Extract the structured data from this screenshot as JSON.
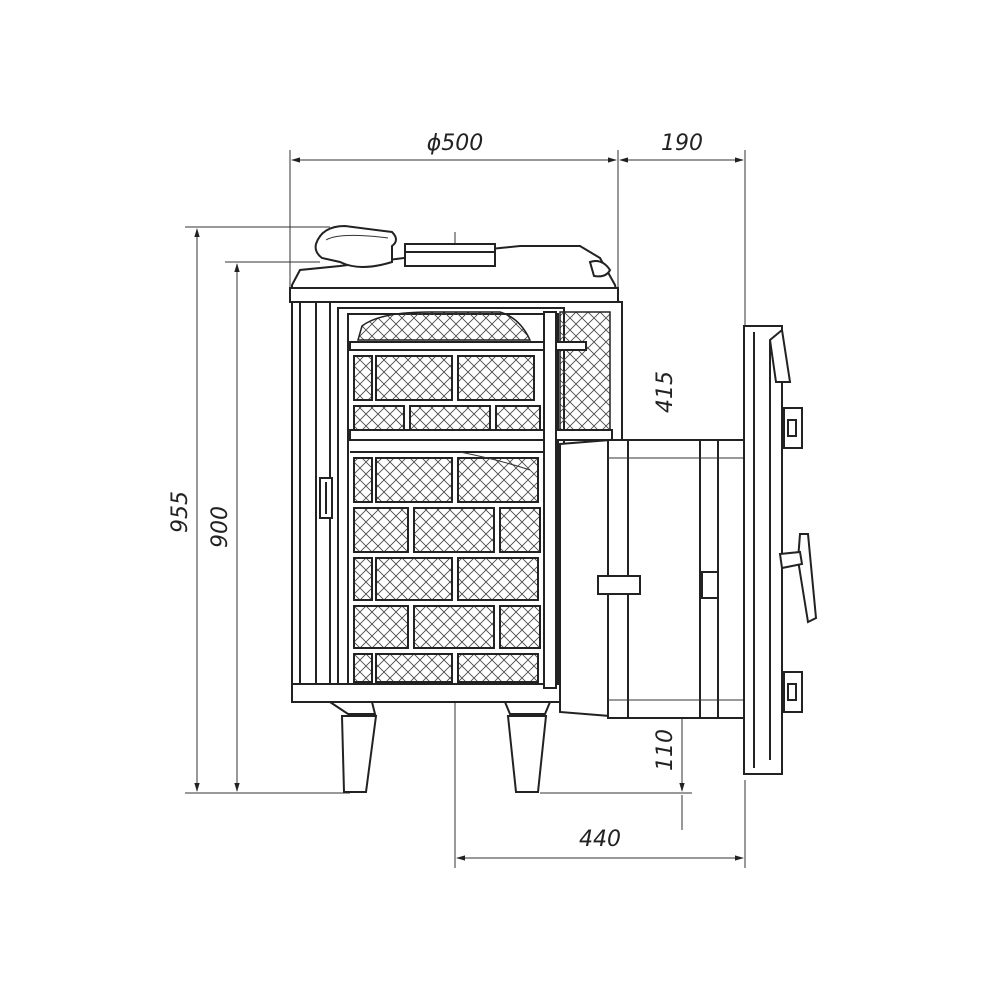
{
  "dimensions": {
    "diameter": "ϕ500",
    "door_offset": "190",
    "total_height": "955",
    "body_height": "900",
    "tunnel_height": "415",
    "tunnel_base": "110",
    "tunnel_length": "440"
  }
}
